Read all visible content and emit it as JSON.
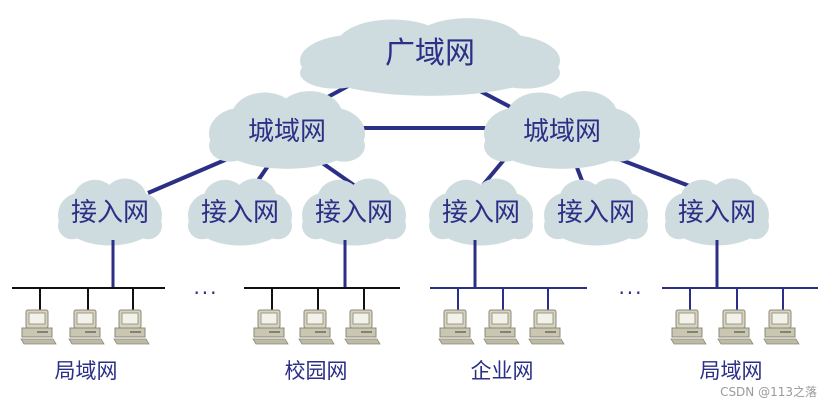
{
  "wan": {
    "label": "广域网"
  },
  "man": [
    {
      "label": "城域网"
    },
    {
      "label": "城域网"
    }
  ],
  "access": [
    {
      "label": "接入网"
    },
    {
      "label": "接入网"
    },
    {
      "label": "接入网"
    },
    {
      "label": "接入网"
    },
    {
      "label": "接入网"
    },
    {
      "label": "接入网"
    }
  ],
  "lans": [
    {
      "label": "局域网"
    },
    {
      "label": "校园网"
    },
    {
      "label": "企业网"
    },
    {
      "label": "局域网"
    }
  ],
  "ellipsis": "···",
  "watermark": "CSDN @113之落",
  "colors": {
    "cloud": "#cfdcdf",
    "line": "#2b2f86",
    "lan_bus_dark": "#111111",
    "computer": "#c9c7b2"
  },
  "icons": {
    "cloud": "cloud-icon",
    "computer": "computer-icon"
  }
}
